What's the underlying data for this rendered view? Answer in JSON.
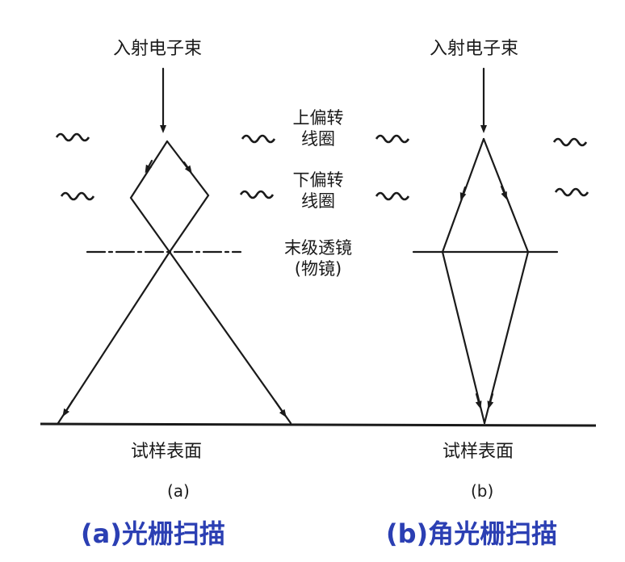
{
  "left_diagram": {
    "beam_label": "入射电子束",
    "specimen_label": "试样表面",
    "sublabel": "(a)"
  },
  "right_diagram": {
    "beam_label": "入射电子束",
    "specimen_label": "试样表面",
    "sublabel": "(b)"
  },
  "middle_labels": {
    "upper_coil_line1": "上偏转",
    "upper_coil_line2": "线圈",
    "lower_coil_line1": "下偏转",
    "lower_coil_line2": "线圈",
    "lens_line1": "末级透镜",
    "lens_line2": "(物镜)"
  },
  "captions": {
    "a": "(a)光栅扫描",
    "b": "(b)角光栅扫描"
  },
  "colors": {
    "line": "#1a1a1a",
    "caption": "#2b3fb3"
  }
}
